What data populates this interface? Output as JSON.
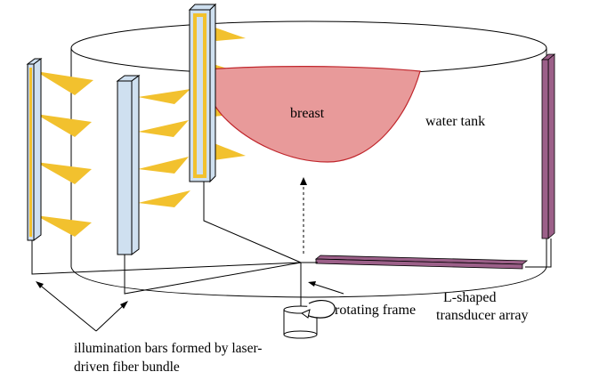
{
  "labels": {
    "breast": "breast",
    "water_tank": "water tank",
    "rotating_frame": "rotating frame",
    "transducer_line1": "L-shaped",
    "transducer_line2": "transducer array",
    "illumination_line1": "illumination bars formed by laser-",
    "illumination_line2": "driven fiber bundle"
  },
  "colors": {
    "breast_fill": "#e89a9a",
    "breast_stroke": "#c0262c",
    "light_beam": "#f2c12e",
    "bar_fill": "#cfe0f0",
    "bar_edge": "#f2c12e",
    "transducer": "#9c6089",
    "line": "#000000"
  }
}
